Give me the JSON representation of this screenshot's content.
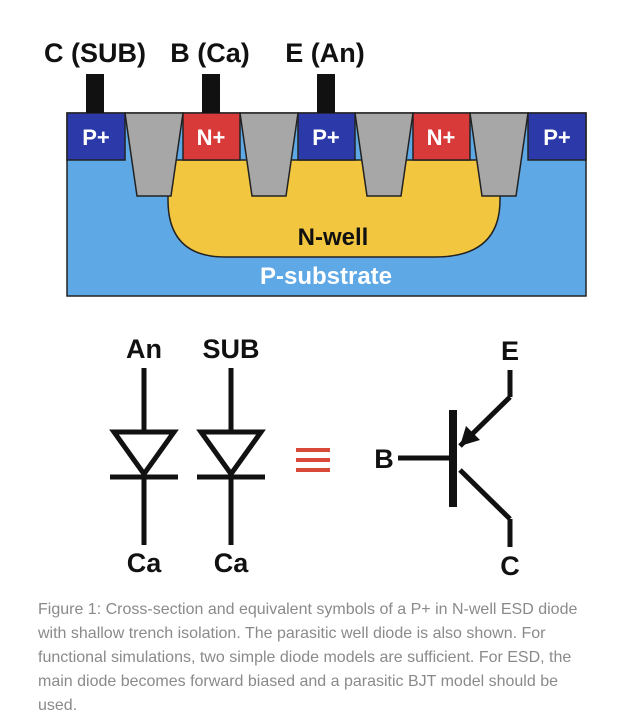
{
  "cross_section": {
    "terminals": [
      "C (SUB)",
      "B (Ca)",
      "E (An)"
    ],
    "regions": [
      "P+",
      "N+",
      "P+",
      "N+",
      "P+"
    ],
    "nwell_label": "N-well",
    "substrate_label": "P-substrate"
  },
  "symbols": {
    "diode1": {
      "top": "An",
      "bottom": "Ca"
    },
    "diode2": {
      "top": "SUB",
      "bottom": "Ca"
    },
    "equiv": "≡",
    "bjt": {
      "emitter": "E",
      "base": "B",
      "collector": "C"
    }
  },
  "caption": "Figure 1: Cross-section and equivalent symbols of a P+ in N-well ESD diode with shallow trench isolation. The parasitic well diode is also shown. For functional simulations, two simple diode models are sufficient. For ESD, the main diode becomes forward biased and a parasitic BJT model should be used.",
  "colors": {
    "p_plus": "#2b3aa8",
    "n_plus": "#d83a3a",
    "sti": "#a7a7a7",
    "n_well": "#f2c63f",
    "p_substrate": "#5fa8e6",
    "equiv_symbol": "#d94a3a"
  }
}
